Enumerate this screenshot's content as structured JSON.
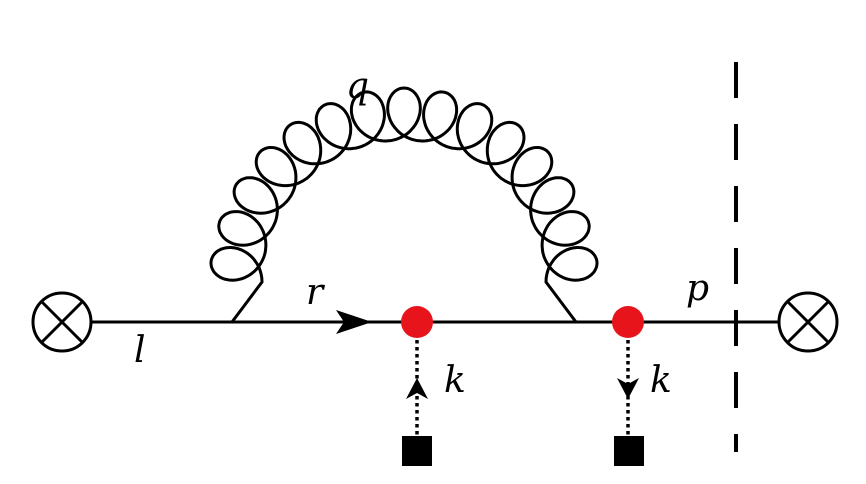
{
  "diagram": {
    "labels": {
      "gluon": "q",
      "incoming": "l",
      "internal": "r",
      "outgoing": "p",
      "insertion_left": "k",
      "insertion_right": "k"
    },
    "colors": {
      "line": "#000000",
      "vertex": "#e8141c",
      "source": "#000000",
      "background": "#ffffff"
    },
    "icons": {
      "external_vertex": "circle-cross-icon",
      "insertion_source": "filled-square-icon",
      "cut": "dashed-cut-line"
    }
  }
}
